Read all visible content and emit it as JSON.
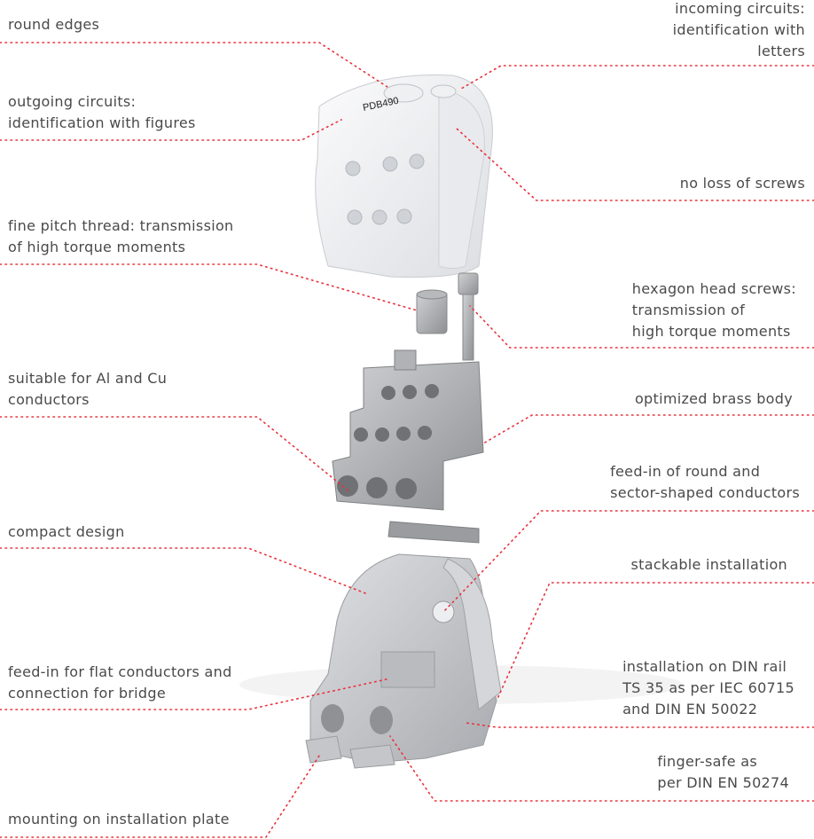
{
  "colors": {
    "leader": "#e8323c",
    "text": "#4a4a4a",
    "metal": "#a9abae",
    "housing": "#c9cbcf"
  },
  "product_marking": "PDB490",
  "left_callouts": [
    {
      "id": "round-edges",
      "lines": [
        "round edges"
      ]
    },
    {
      "id": "outgoing-circuits",
      "lines": [
        "outgoing circuits:",
        "identification with figures"
      ]
    },
    {
      "id": "fine-pitch-thread",
      "lines": [
        "fine pitch thread: transmission",
        "of high torque moments"
      ]
    },
    {
      "id": "suitable-al-cu",
      "lines": [
        "suitable for Al and Cu",
        "conductors"
      ]
    },
    {
      "id": "compact-design",
      "lines": [
        "compact design"
      ]
    },
    {
      "id": "feed-in-flat",
      "lines": [
        "feed-in for flat conductors and",
        "connection for bridge"
      ]
    },
    {
      "id": "mounting-plate",
      "lines": [
        "mounting on installation plate"
      ]
    }
  ],
  "right_callouts": [
    {
      "id": "incoming-circuits",
      "lines": [
        "incoming circuits:",
        "identification with",
        "letters"
      ]
    },
    {
      "id": "no-loss-screws",
      "lines": [
        "no loss of screws"
      ]
    },
    {
      "id": "hexagon-screws",
      "lines": [
        "hexagon head screws:",
        "transmission of",
        "high torque moments"
      ]
    },
    {
      "id": "brass-body",
      "lines": [
        "optimized brass body"
      ]
    },
    {
      "id": "feed-in-round",
      "lines": [
        "feed-in of round and",
        "sector-shaped conductors"
      ]
    },
    {
      "id": "stackable",
      "lines": [
        "stackable installation"
      ]
    },
    {
      "id": "din-rail",
      "lines": [
        "installation on DIN rail",
        "TS 35 as per IEC 60715",
        "and DIN EN 50022"
      ]
    },
    {
      "id": "finger-safe",
      "lines": [
        "finger-safe as",
        "per DIN EN 50274"
      ]
    }
  ]
}
